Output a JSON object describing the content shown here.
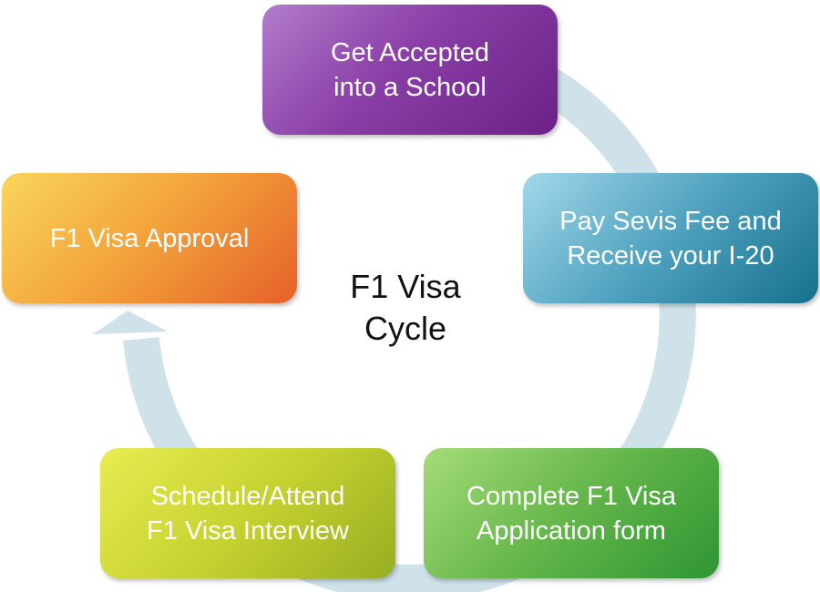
{
  "title": [
    "F1 Visa",
    "Cycle"
  ],
  "steps": [
    {
      "line1": "Get Accepted",
      "line2": "into a School"
    },
    {
      "line1": "Pay Sevis Fee and",
      "line2": "Receive your I-20"
    },
    {
      "line1": "Complete F1 Visa",
      "line2": "Application form"
    },
    {
      "line1": "Schedule/Attend",
      "line2": "F1 Visa Interview"
    },
    {
      "line1": "F1 Visa Approval",
      "line2": ""
    }
  ],
  "colors": {
    "arrow": "#cfe2ea",
    "purple": "#8a3fa8",
    "teal": "#4fa2bf",
    "green": "#63b64a",
    "lime": "#c6d230",
    "orange": "#f3a13a"
  }
}
